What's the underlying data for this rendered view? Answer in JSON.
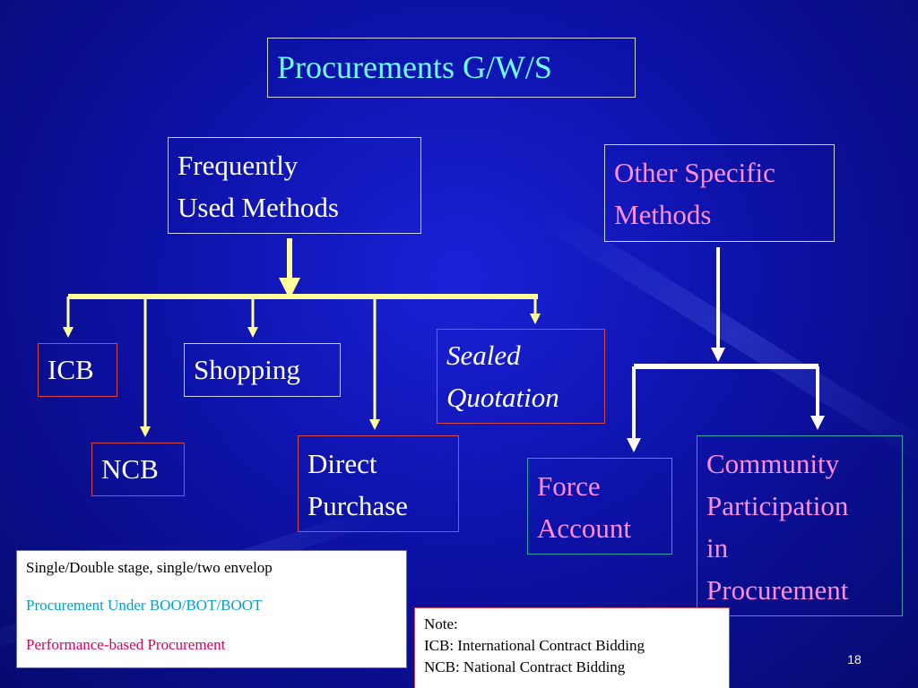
{
  "title": "Procurements G/W/S",
  "groups": {
    "frequent": {
      "line1": "Frequently",
      "line2": "Used Methods"
    },
    "other": {
      "line1": "Other Specific",
      "line2": "Methods"
    }
  },
  "methods": {
    "icb": "ICB",
    "ncb": "NCB",
    "shopping": "Shopping",
    "direct_purchase": {
      "line1": "Direct",
      "line2": "Purchase"
    },
    "sealed_quotation": {
      "line1": "Sealed",
      "line2": "Quotation"
    },
    "force_account": {
      "line1": "Force",
      "line2": "Account"
    },
    "community": {
      "line1": "Community",
      "line2": "Participation",
      "line3": "in",
      "line4": "Procurement"
    }
  },
  "legend": {
    "line1": "Single/Double stage, single/two envelop",
    "line2": "Procurement Under BOO/BOT/BOOT",
    "line3": "Performance-based Procurement"
  },
  "note": {
    "heading": "Note:",
    "line1": "ICB: International Contract Bidding",
    "line2": "NCB: National Contract Bidding"
  },
  "page_number": "18",
  "colors": {
    "connector_yellow": "#ffff99",
    "connector_white": "#ffffff",
    "title_text": "#6dfbff",
    "other_text": "#ff8ee0",
    "legend_black": "#000000",
    "legend_cyan": "#00a0d0",
    "legend_red": "#e0005a"
  }
}
